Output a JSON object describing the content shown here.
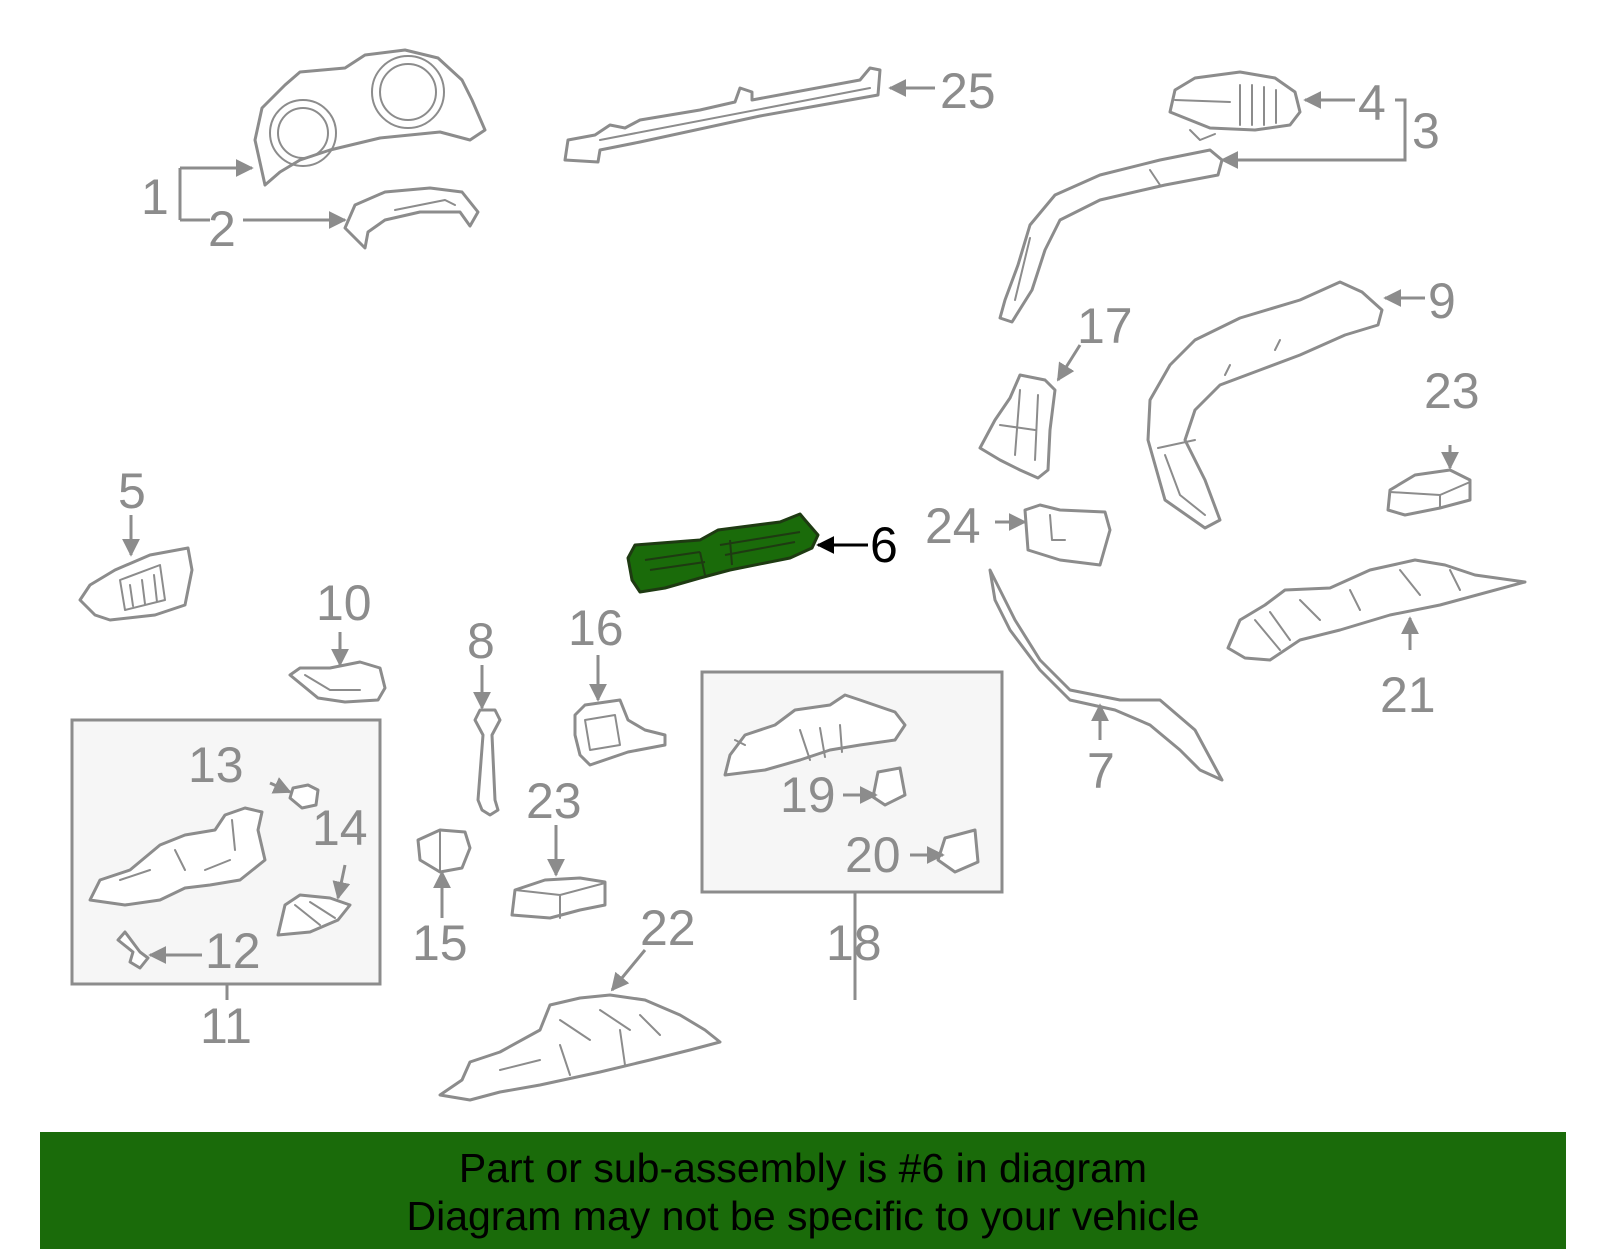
{
  "diagram": {
    "highlight_color": "#1a6b0a",
    "line_color": "#8c8c8c",
    "highlighted_callout": "6",
    "callouts": {
      "c1": "1",
      "c2": "2",
      "c3": "3",
      "c4": "4",
      "c5": "5",
      "c6": "6",
      "c7": "7",
      "c8": "8",
      "c9": "9",
      "c10": "10",
      "c11": "11",
      "c12": "12",
      "c13": "13",
      "c14": "14",
      "c15": "15",
      "c16": "16",
      "c17": "17",
      "c18": "18",
      "c19": "19",
      "c20": "20",
      "c21": "21",
      "c22": "22",
      "c23a": "23",
      "c23b": "23",
      "c24": "24",
      "c25": "25"
    }
  },
  "banner": {
    "background": "#1a6b0a",
    "line1": "Part or sub-assembly is #6 in diagram",
    "line2": "Diagram may not be specific to your vehicle"
  }
}
